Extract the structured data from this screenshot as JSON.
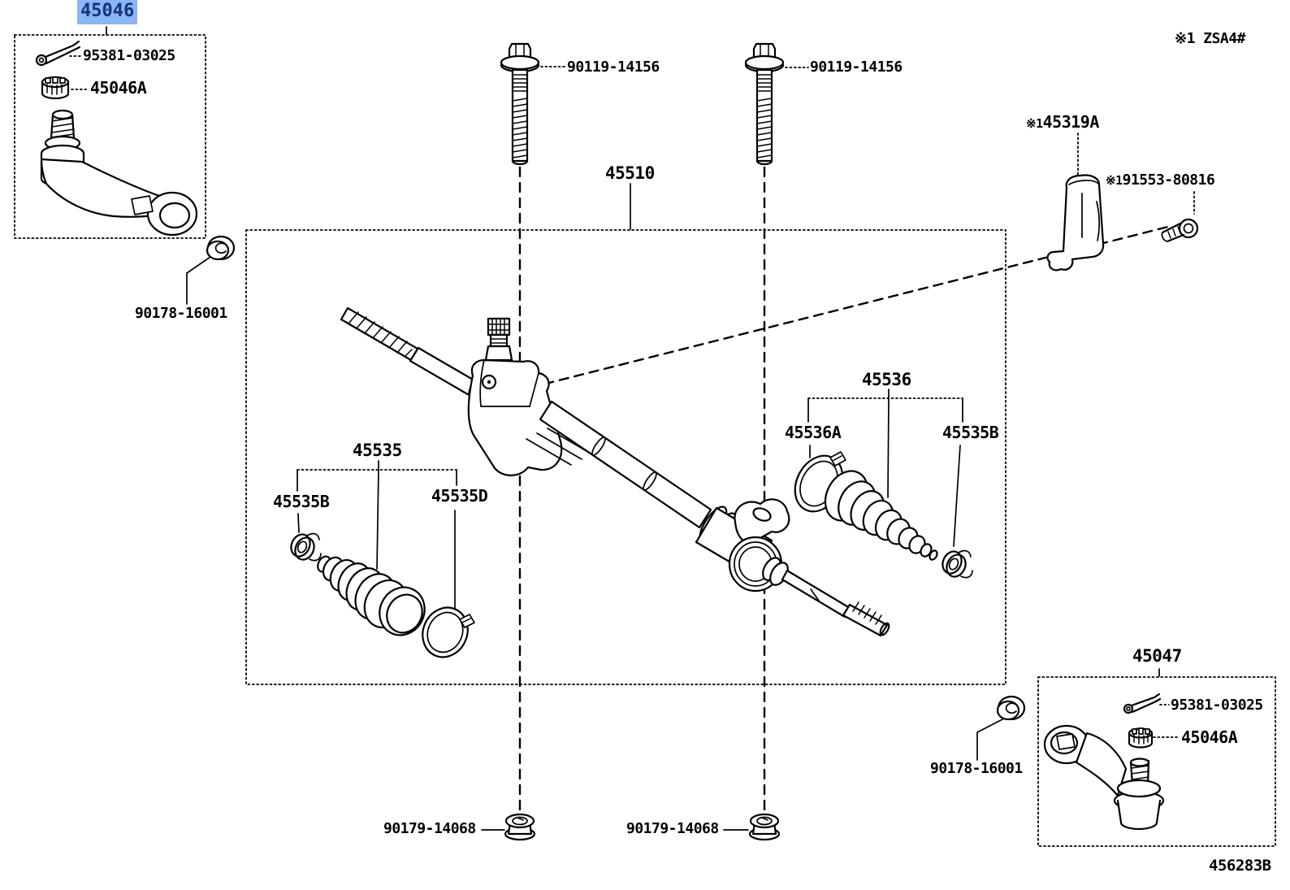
{
  "figure": {
    "code": "456283B",
    "model_note": "※1 ZSA4#",
    "note_prefix": "※1"
  },
  "colors": {
    "highlight_bg": "#8cb5f3",
    "highlight_text": "#17317e",
    "line": "#000000",
    "background": "#ffffff"
  },
  "labels": {
    "tie_rod_end_lh": "45046",
    "cotter_pin": "95381-03025",
    "castle_nut": "45046A",
    "lock_nut": "90178-16001",
    "gear_bolt": "90119-14156",
    "gear_assy": "45510",
    "bracket": "45319A",
    "bracket_bolt": "91553-80816",
    "boot_lh": "45535",
    "clip_clamp": "45535B",
    "band_clamp_lh": "45535D",
    "boot_rh": "45536",
    "band_clamp_rh": "45536A",
    "tie_rod_end_rh": "45047",
    "rack_nut": "90179-14068"
  }
}
